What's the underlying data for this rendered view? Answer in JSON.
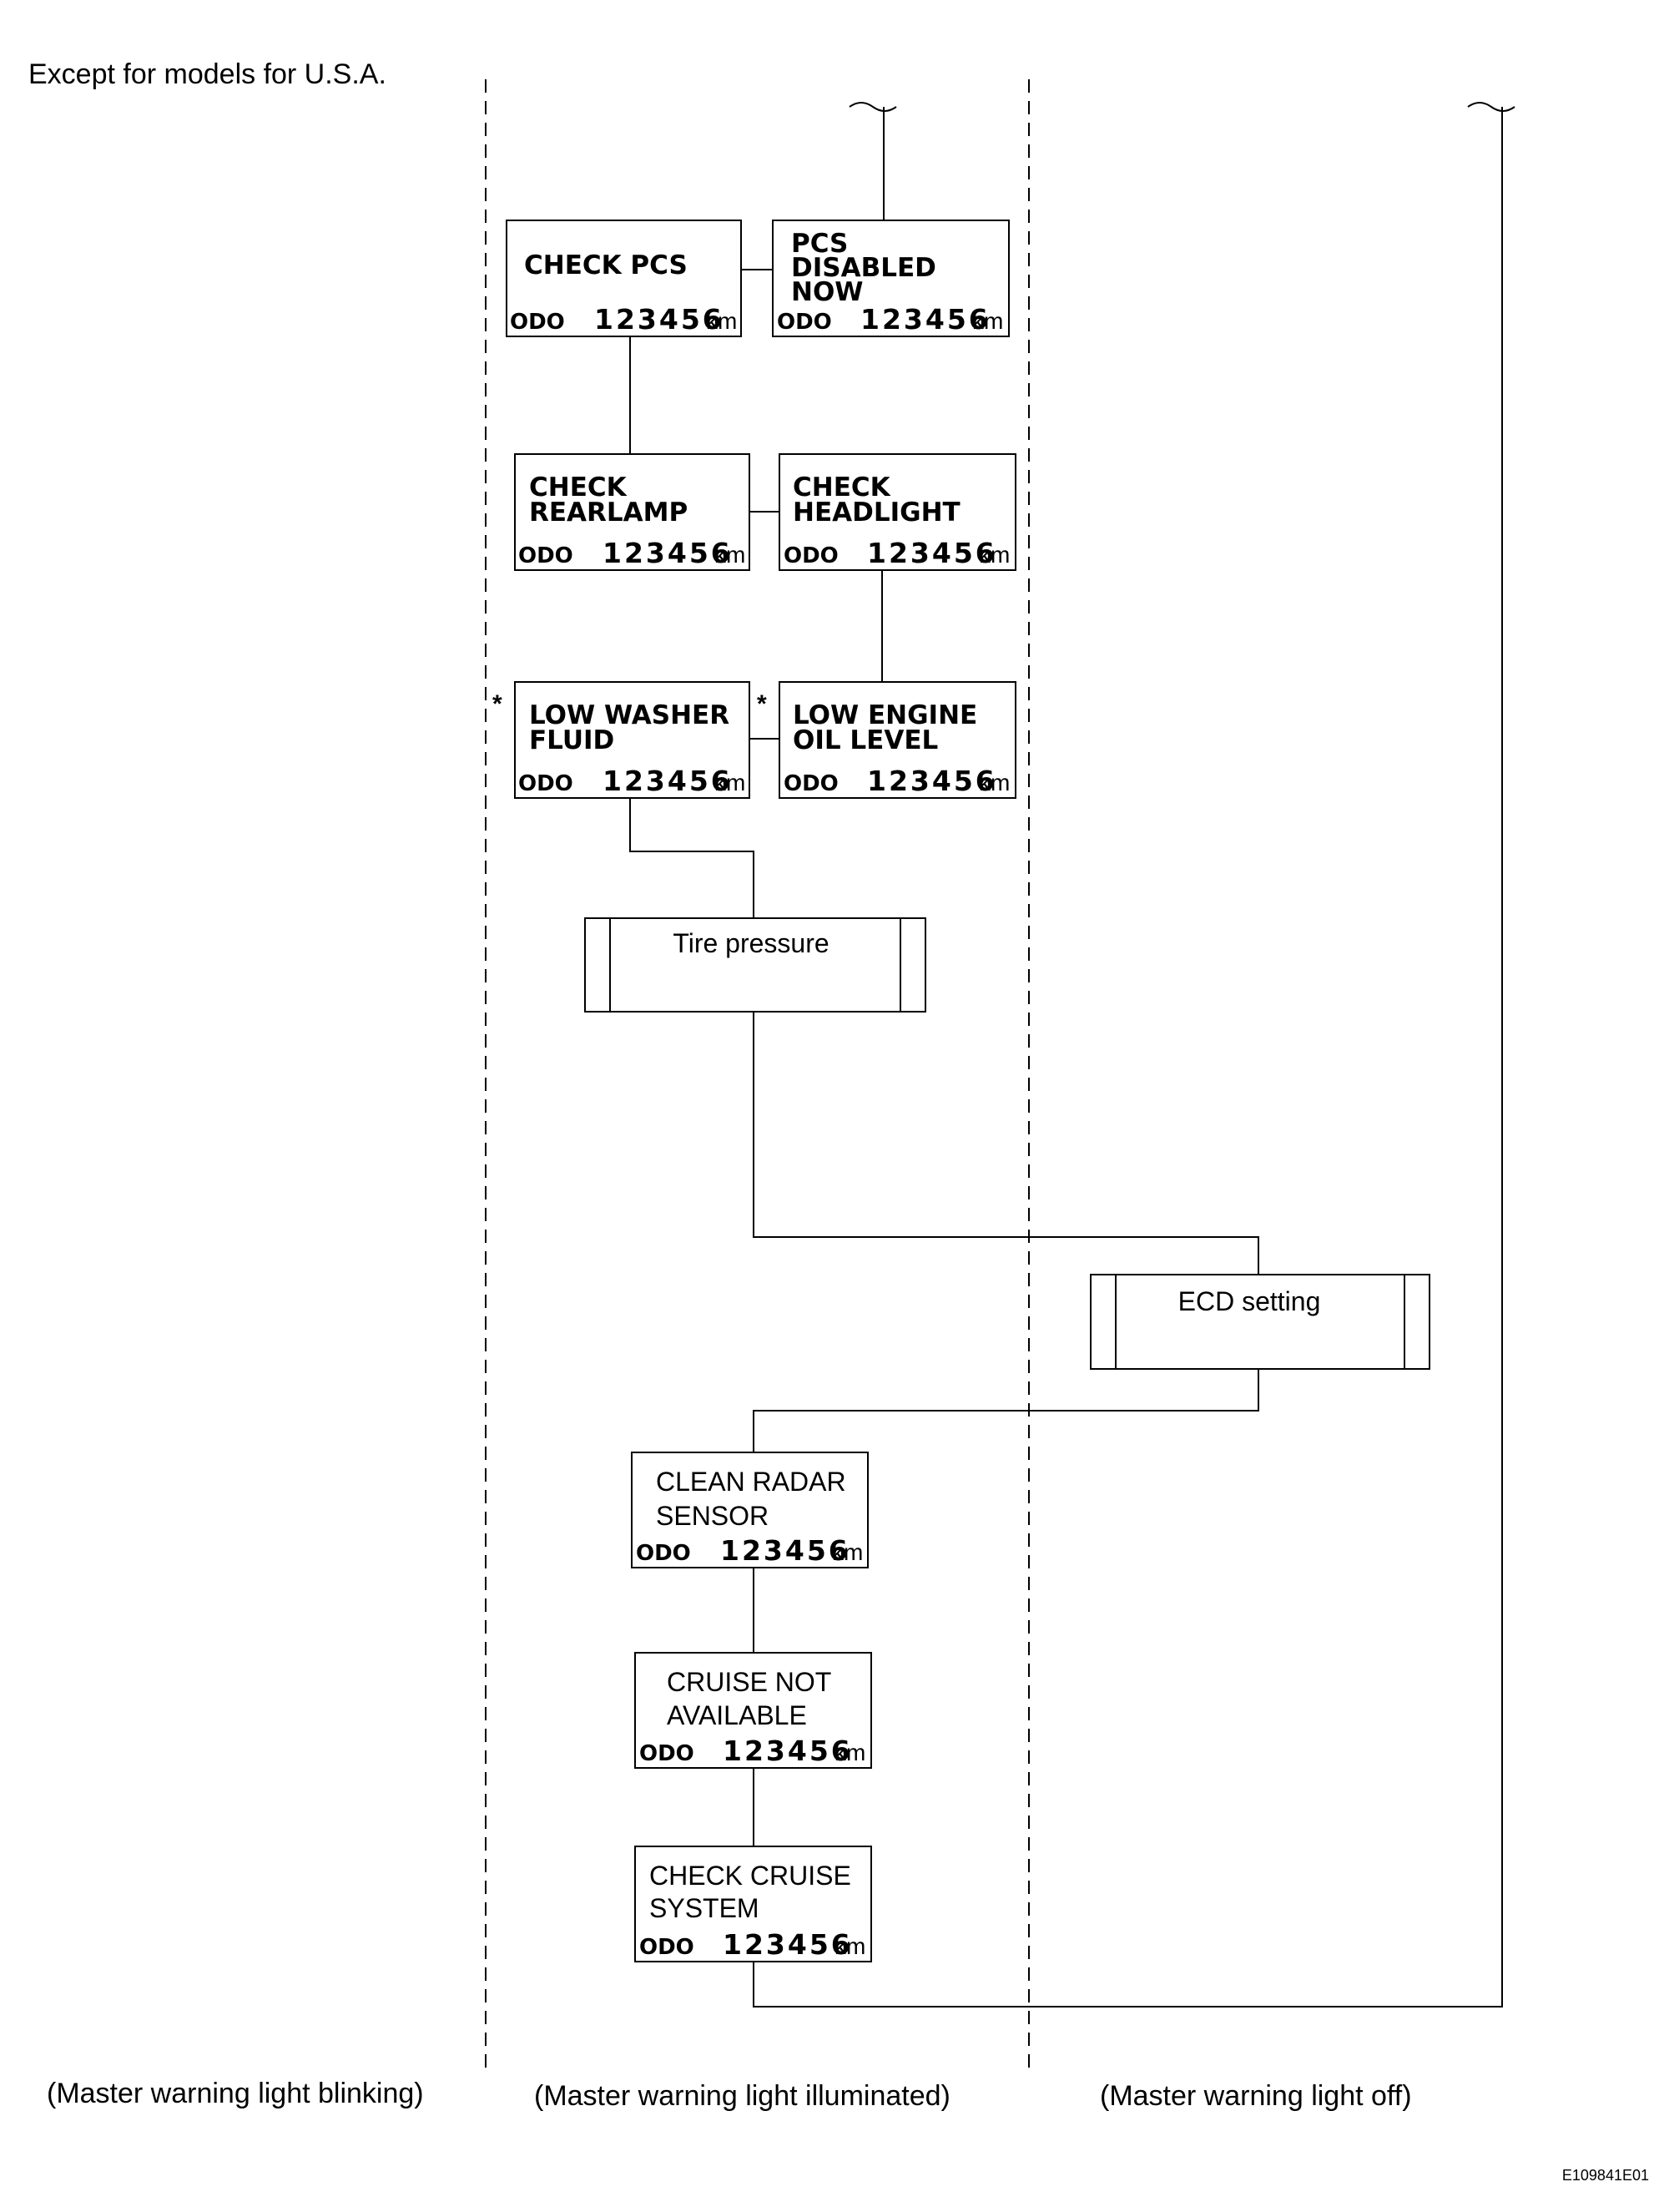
{
  "header": {
    "note": "Except for models for U.S.A."
  },
  "columns": [
    {
      "label": "(Master warning light blinking)"
    },
    {
      "label": "(Master warning light illuminated)"
    },
    {
      "label": "(Master warning light off)"
    }
  ],
  "odo": {
    "prefix": "ODO",
    "value": "123456",
    "unit": "km"
  },
  "displays": {
    "check_pcs": {
      "lines": [
        "CHECK  PCS"
      ]
    },
    "pcs_disabled": {
      "lines": [
        "PCS",
        "DISABLED",
        "NOW"
      ]
    },
    "check_rearlamp": {
      "lines": [
        "CHECK",
        "REARLAMP"
      ]
    },
    "check_headlight": {
      "lines": [
        "CHECK",
        "HEADLIGHT"
      ]
    },
    "low_washer": {
      "lines": [
        "LOW  WASHER",
        "FLUID"
      ],
      "mark": "*"
    },
    "low_engine_oil": {
      "lines": [
        "LOW  ENGINE",
        "OIL  LEVEL"
      ],
      "mark": "*"
    },
    "clean_radar": {
      "lines": [
        "CLEAN RADAR",
        "SENSOR"
      ]
    },
    "cruise_not_available": {
      "lines": [
        "CRUISE NOT",
        "AVAILABLE"
      ]
    },
    "check_cruise": {
      "lines": [
        "CHECK CRUISE",
        "SYSTEM"
      ]
    }
  },
  "processes": {
    "tire_pressure": {
      "label": "Tire pressure"
    },
    "ecd_setting": {
      "label": "ECD setting"
    }
  },
  "figure_code": "E109841E01"
}
